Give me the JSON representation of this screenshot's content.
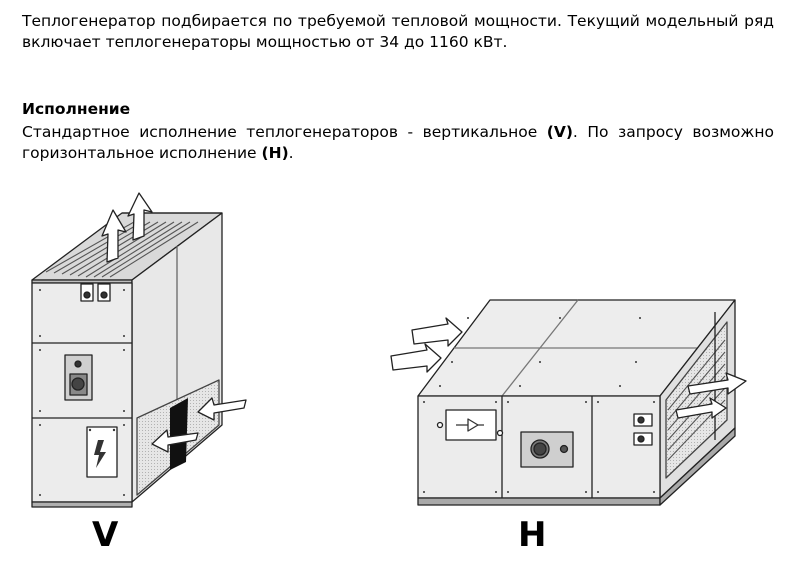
{
  "intro_text": "Теплогенератор подбирается по требуемой тепловой мощности. Текущий модельный ряд включает теплогенераторы мощностью от 34 до 1160 кВт.",
  "section": {
    "heading": "Исполнение",
    "text_before_v": "Стандартное исполнение теплогенераторов - вертикальное ",
    "v_code": "(V)",
    "text_between": ". По запросу возможно горизонтальное исполнение ",
    "h_code": "(H)",
    "text_after": "."
  },
  "figures": {
    "vertical_label": "V",
    "horizontal_label": "H"
  }
}
